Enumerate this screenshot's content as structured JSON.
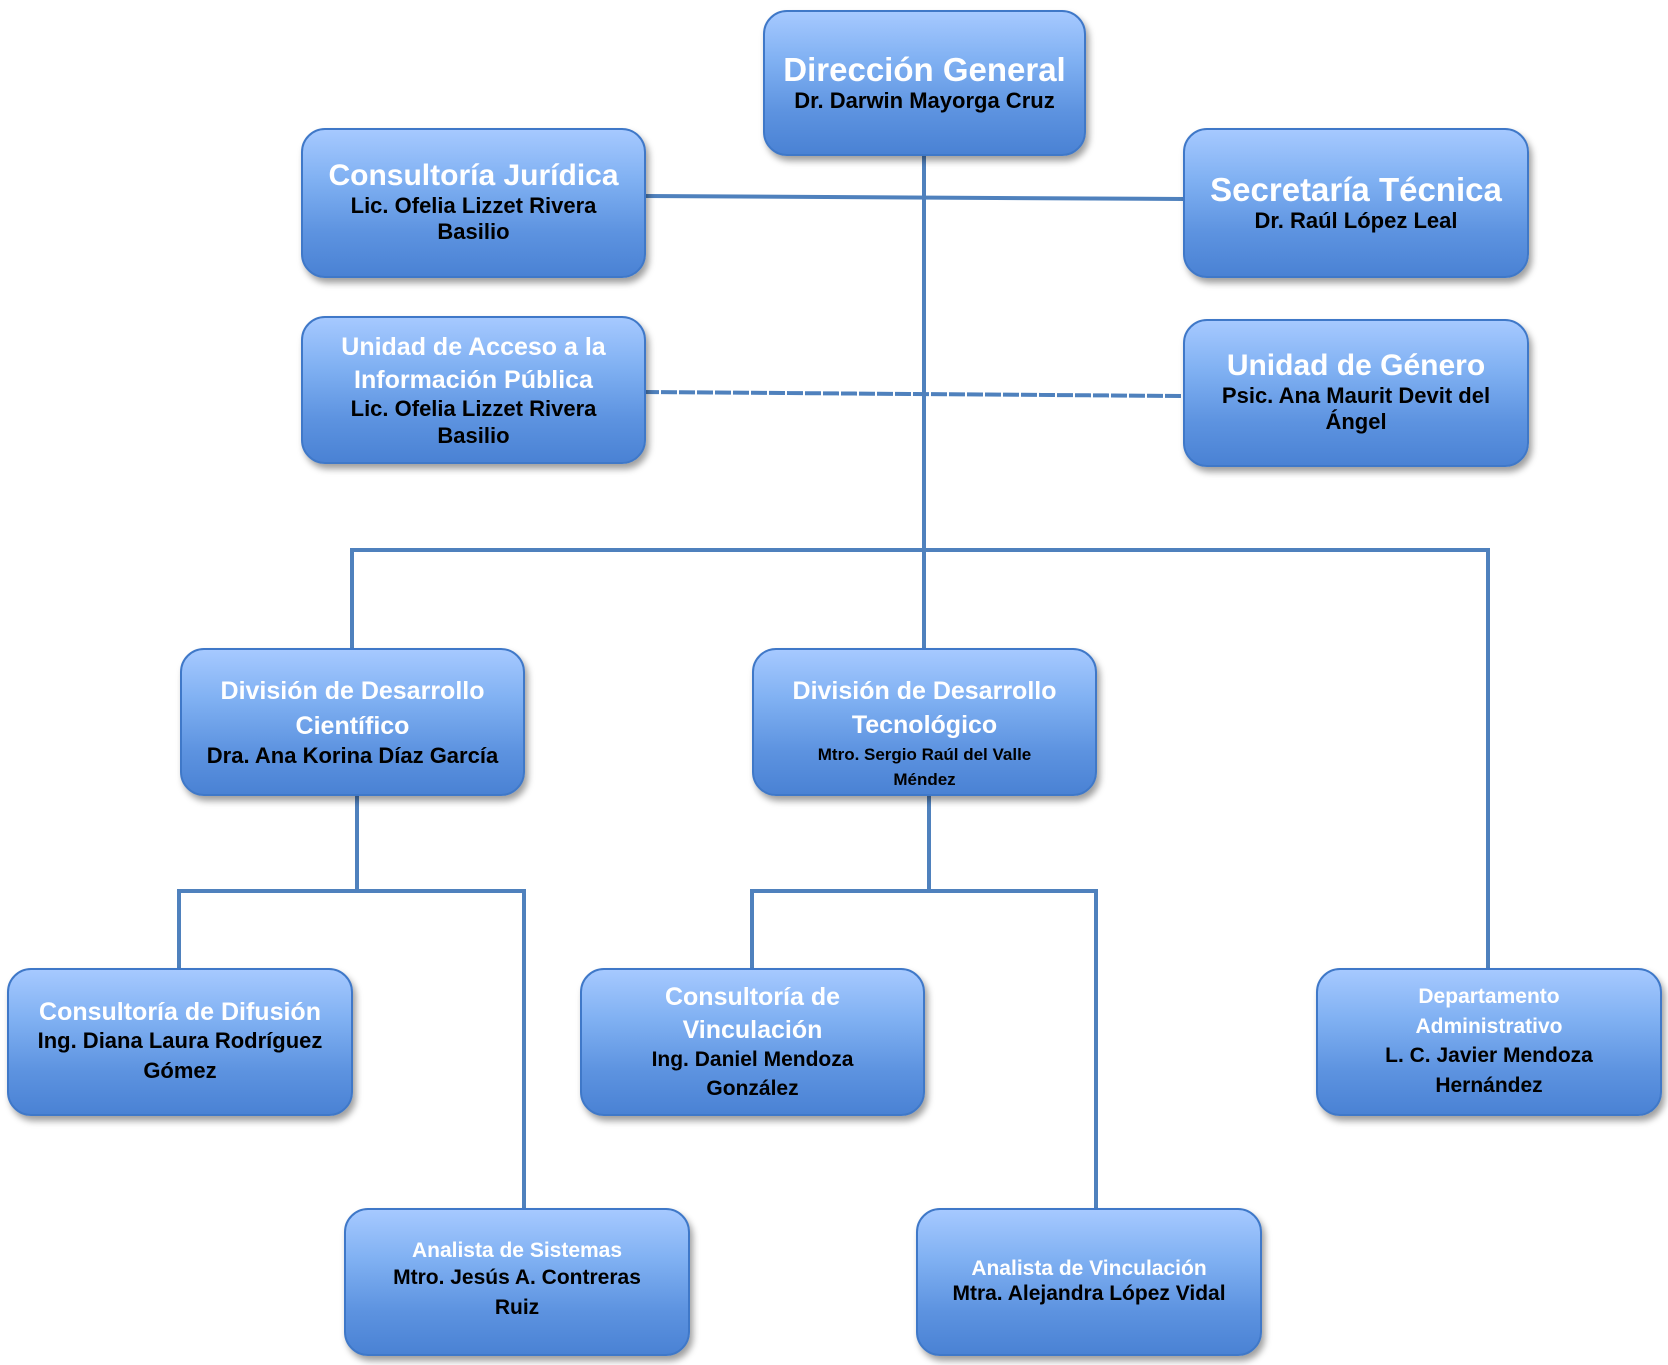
{
  "nodes": {
    "direccion_general": {
      "title": "Dirección General",
      "person": "Dr. Darwin Mayorga Cruz"
    },
    "consultoria_juridica": {
      "title": "Consultoría Jurídica",
      "person": "Lic. Ofelia Lizzet Rivera Basilio"
    },
    "secretaria_tecnica": {
      "title": "Secretaría Técnica",
      "person": "Dr. Raúl López Leal"
    },
    "unidad_acceso": {
      "title": "Unidad de Acceso a la Información Pública",
      "person": "Lic. Ofelia Lizzet Rivera Basilio"
    },
    "unidad_genero": {
      "title": "Unidad de Género",
      "person": "Psic. Ana Maurit Devit del Ángel"
    },
    "division_cientifico": {
      "title": "División de Desarrollo Científico",
      "person": "Dra. Ana Korina Díaz García"
    },
    "division_tecnologico": {
      "title": "División de Desarrollo Tecnológico",
      "person": "Mtro. Sergio Raúl del Valle Méndez"
    },
    "consultoria_difusion": {
      "title": "Consultoría de Difusión",
      "person": "Ing. Diana Laura Rodríguez Gómez"
    },
    "consultoria_vinculacion": {
      "title": "Consultoría de Vinculación",
      "person": "Ing. Daniel Mendoza González"
    },
    "departamento_administrativo": {
      "title": "Departamento Administrativo",
      "person": "L. C. Javier Mendoza Hernández"
    },
    "analista_sistemas": {
      "title": "Analista de Sistemas",
      "person": "Mtro. Jesús A. Contreras Ruiz"
    },
    "analista_vinculacion": {
      "title": "Analista de Vinculación",
      "person": "Mtra. Alejandra López Vidal"
    }
  },
  "colors": {
    "box_top": "#a6c9ff",
    "box_bottom": "#4a82d4",
    "border": "#3f78c8",
    "connector": "#4f81bd",
    "title_text": "#ffffff",
    "person_text": "#000000"
  }
}
